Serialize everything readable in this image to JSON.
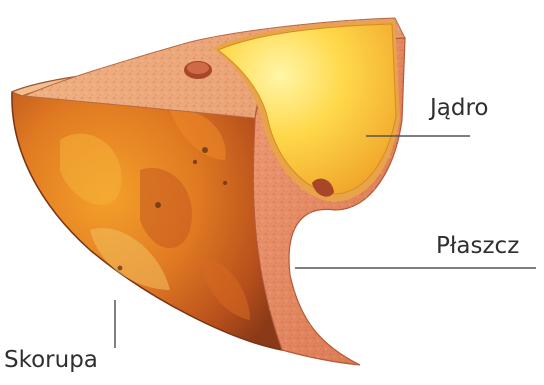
{
  "labels": {
    "core": "Jądro",
    "mantle": "Płaszcz",
    "crust": "Skorupa"
  },
  "colors": {
    "core": "#ffd23c",
    "mantle": "#e2855d",
    "crust": "#d9731f",
    "leader_line": "#555555"
  }
}
